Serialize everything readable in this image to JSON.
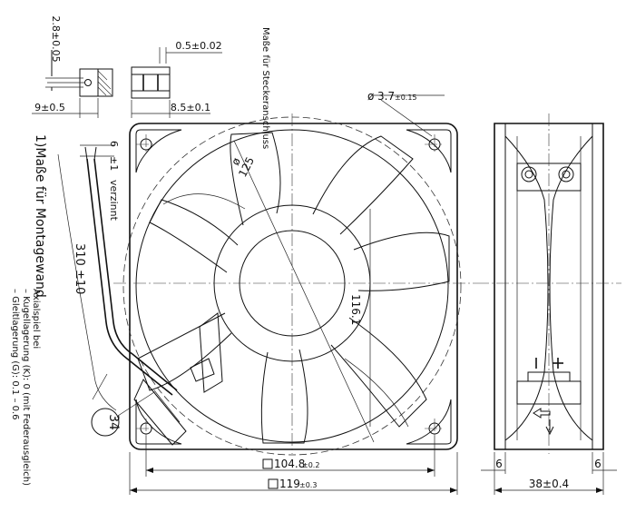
{
  "dimensions": {
    "pin_height": "2.8±0.05",
    "pin_length": "9±0.5",
    "contact_thickness": "0.5±0.02",
    "contact_width": "8.5±0.1",
    "connector_note": "Maße für Steckeranschluss",
    "hole_diameter": "3.7",
    "hole_tolerance": "±0.15",
    "blade_circle": "125",
    "hub_pitch": "116.1",
    "hole_pitch_value": "104.8",
    "hole_pitch_tol": "±0.2",
    "frame_size_value": "119",
    "frame_size_tol": "±0.3",
    "depth": "38±0.4",
    "flange_left": "6",
    "flange_right": "6",
    "strip_length": "6",
    "strip_tolerance": "±1",
    "strip_note": "verzinnt",
    "lead_length": "310 ±10",
    "balloon": "34"
  },
  "notes": {
    "mounting_wall": "1)Maße für Montagewand",
    "axial_title": "Axialspiel bei",
    "axial_ball": "– Kugellagerung (K): 0 (mit Federausgleich)",
    "axial_sleeve": "– Gleitlagerung (G): 0.1 – 0.6"
  }
}
